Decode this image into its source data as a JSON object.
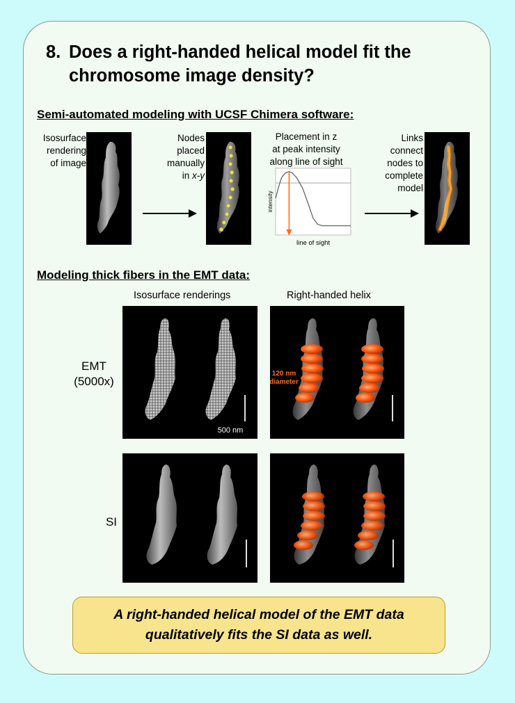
{
  "title": {
    "number": "8.",
    "text": "Does a right-handed helical model fit the chromosome image density?"
  },
  "section1": {
    "heading": "Semi-automated modeling with UCSF Chimera software:",
    "step1": [
      "Isosurface",
      "rendering",
      "of image"
    ],
    "step2": {
      "lines": [
        "Nodes",
        "placed",
        "manually"
      ],
      "last_prefix": "in ",
      "last_italic": "x-y"
    },
    "step3": [
      "Placement in z",
      "at peak intensity",
      "along line of sight"
    ],
    "step4": [
      "Links",
      "connect",
      "nodes to",
      "complete",
      "model"
    ],
    "chart": {
      "ylabel": "intensity",
      "xlabel": "line of sight"
    }
  },
  "chart_data": {
    "type": "line",
    "xlabel": "line of sight",
    "ylabel": "intensity",
    "series": [
      {
        "x": [
          0,
          4,
          8,
          13,
          18,
          22,
          28,
          36,
          44,
          50,
          56,
          62,
          70,
          80,
          90,
          100
        ],
        "y": [
          0.55,
          0.72,
          0.86,
          0.93,
          0.95,
          0.93,
          0.86,
          0.7,
          0.45,
          0.25,
          0.16,
          0.14,
          0.14,
          0.14,
          0.14,
          0.14
        ]
      }
    ],
    "reference_level": 0.78,
    "peak_x": 18
  },
  "section2": {
    "heading": "Modeling thick fibers in the EMT data:",
    "col1": "Isosurface renderings",
    "col2": "Right-handed helix",
    "row1": [
      "EMT",
      "(5000x)"
    ],
    "row2": "SI",
    "scale": "500 nm",
    "annotation": [
      "120 nm",
      "diameter"
    ]
  },
  "conclusion": [
    "A right-handed helical model of the EMT data",
    "qualitatively fits the SI data as well."
  ],
  "colors": {
    "background": "#cdfbfb",
    "card": "#f1fbf1",
    "conclusion": "#f7e48c",
    "orange": "#ff6a1a",
    "node": "#e6e05a"
  }
}
